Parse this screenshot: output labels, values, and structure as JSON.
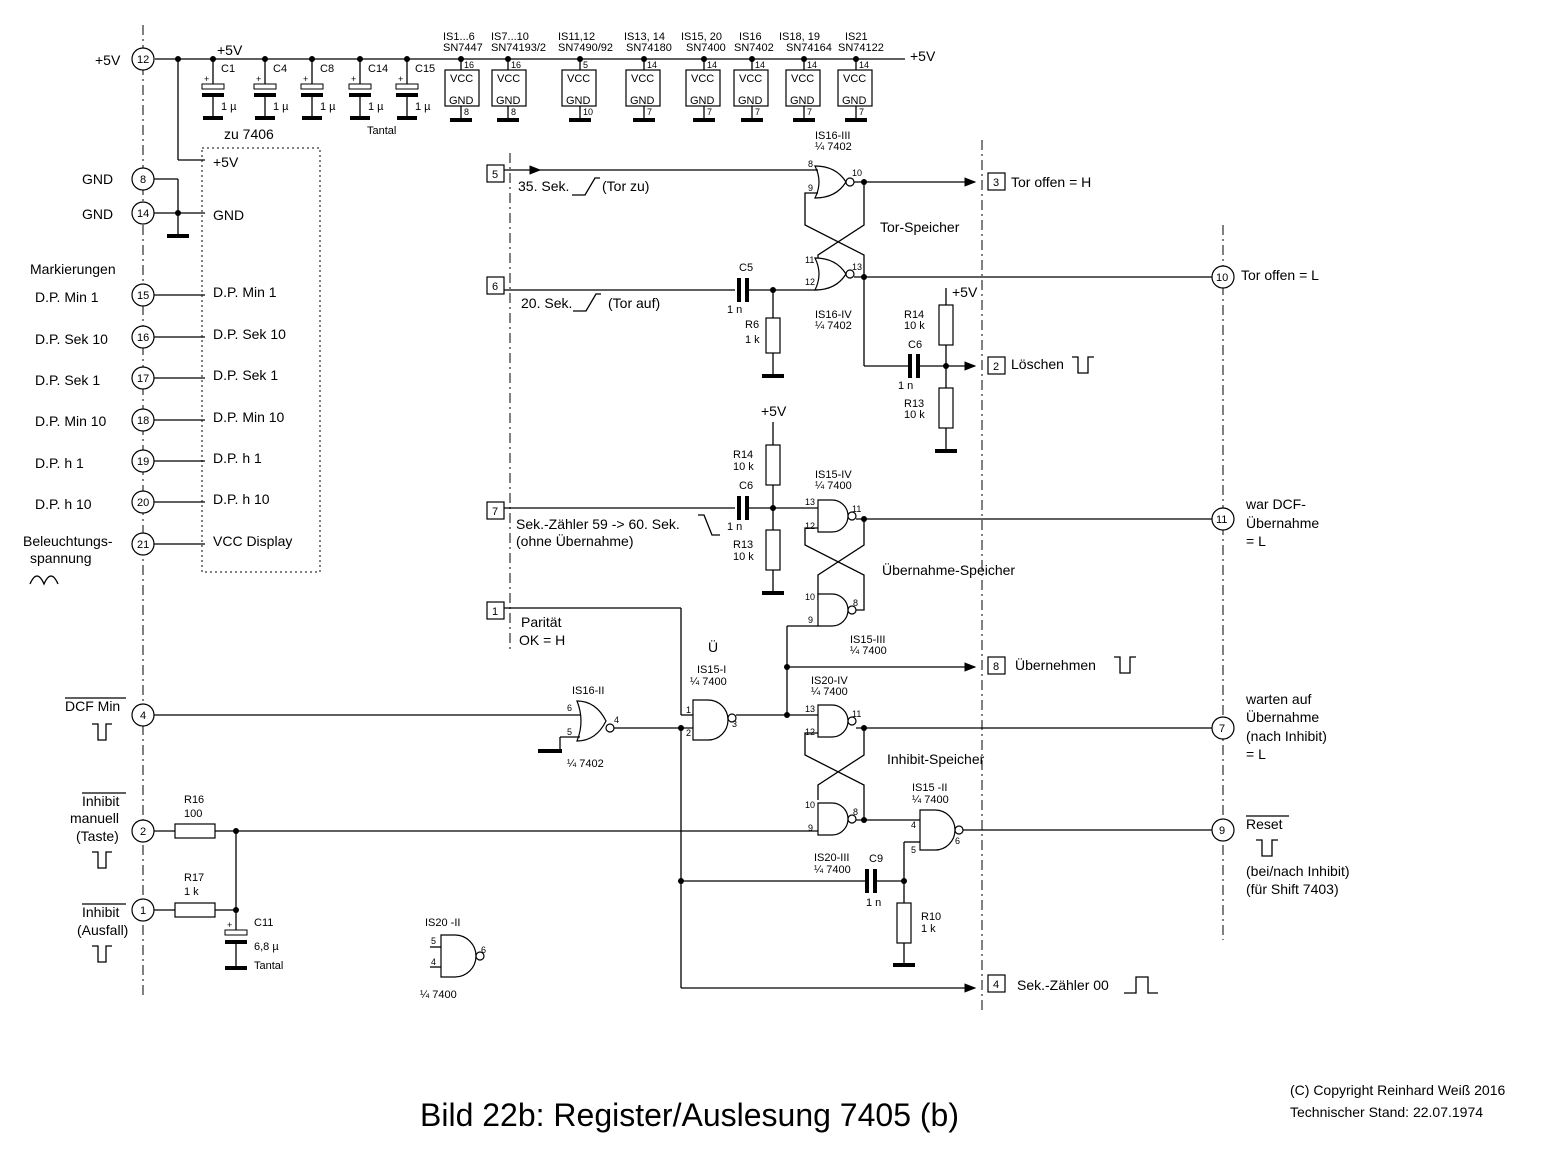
{
  "title": "Bild 22b: Register/Auslesung 7405 (b)",
  "copyright": [
    "(C) Copyright Reinhard Weiß 2016",
    "Technischer Stand: 22.07.1974"
  ],
  "supply": {
    "left_label": "+5V",
    "left_pin": "12",
    "bus_label": "+5V",
    "right_label": "+5V",
    "caps": [
      {
        "name": "C1",
        "value": "1 µ"
      },
      {
        "name": "C4",
        "value": "1 µ"
      },
      {
        "name": "C8",
        "value": "1 µ"
      },
      {
        "name": "C14",
        "value": "1 µ"
      },
      {
        "name": "C15",
        "value": "1 µ"
      }
    ],
    "tantal": "Tantal",
    "ics": [
      {
        "name": "IS1...6",
        "type": "SN7447",
        "vcc_pin": "16",
        "gnd_pin": "8"
      },
      {
        "name": "IS7...10",
        "type": "SN74193/2",
        "vcc_pin": "16",
        "gnd_pin": "8"
      },
      {
        "name": "IS11,12",
        "type": "SN7490/92",
        "vcc_pin": "5",
        "gnd_pin": "10"
      },
      {
        "name": "IS13, 14",
        "type": "SN74180",
        "vcc_pin": "14",
        "gnd_pin": "7"
      },
      {
        "name": "IS15, 20",
        "type": "SN7400",
        "vcc_pin": "14",
        "gnd_pin": "7"
      },
      {
        "name": "IS16",
        "type": "SN7402",
        "vcc_pin": "14",
        "gnd_pin": "7"
      },
      {
        "name": "IS18, 19",
        "type": "SN74164",
        "vcc_pin": "14",
        "gnd_pin": "7"
      },
      {
        "name": "IS21",
        "type": "SN74122",
        "vcc_pin": "14",
        "gnd_pin": "7"
      }
    ],
    "vcc": "VCC",
    "gnd": "GND"
  },
  "display_block": {
    "title": "zu 7406",
    "rows": [
      "+5V",
      "GND",
      "D.P. Min 1",
      "D.P. Sek 10",
      "D.P. Sek 1",
      "D.P. Min 10",
      "D.P. h 1",
      "D.P. h 10",
      "VCC Display"
    ]
  },
  "left_pins": [
    {
      "label": "GND",
      "pin": "8"
    },
    {
      "label": "GND",
      "pin": "14"
    },
    {
      "label": "D.P. Min 1",
      "pin": "15"
    },
    {
      "label": "D.P. Sek 10",
      "pin": "16"
    },
    {
      "label": "D.P. Sek 1",
      "pin": "17"
    },
    {
      "label": "D.P. Min 10",
      "pin": "18"
    },
    {
      "label": "D.P. h 1",
      "pin": "19"
    },
    {
      "label": "D.P. h 10",
      "pin": "20"
    },
    {
      "label": "Beleuchtungs-",
      "label2": "spannung",
      "pin": "21"
    },
    {
      "label": "DCF Min",
      "pin": "4"
    },
    {
      "label": "Inhibit",
      "label2": "manuell",
      "label3": "(Taste)",
      "pin": "2"
    },
    {
      "label": "Inhibit",
      "label2": "(Ausfall)",
      "pin": "1"
    }
  ],
  "markierungen": "Markierungen",
  "inputs": [
    {
      "box": "5",
      "label": "35. Sek.",
      "note": "(Tor zu)"
    },
    {
      "box": "6",
      "label": "20. Sek.",
      "note": "(Tor auf)"
    },
    {
      "box": "7",
      "label": "Sek.-Zähler 59 -> 60. Sek.",
      "note": "(ohne Übernahme)"
    },
    {
      "box": "1",
      "label": "Parität",
      "note": "OK = H"
    }
  ],
  "outputs_box": [
    {
      "box": "3",
      "label": "Tor offen = H"
    },
    {
      "box": "2",
      "label": "Löschen"
    },
    {
      "box": "8",
      "label": "Übernehmen"
    },
    {
      "box": "4",
      "label": "Sek.-Zähler 00"
    }
  ],
  "outputs_circle": [
    {
      "pin": "10",
      "label": "Tor offen = L"
    },
    {
      "pin": "11",
      "label": "war DCF-",
      "label2": "Übernahme",
      "label3": "= L"
    },
    {
      "pin": "7",
      "label": "warten auf",
      "label2": "Übernahme",
      "label3": "(nach Inhibit)",
      "label4": "= L"
    },
    {
      "pin": "9",
      "label": "Reset",
      "label2": "(bei/nach Inhibit)",
      "label3": "(für Shift 7403)"
    }
  ],
  "gates": {
    "is16_3": {
      "name": "IS16-III",
      "type": "¼ 7402"
    },
    "is16_4": {
      "name": "IS16-IV",
      "type": "¼ 7402"
    },
    "is15_4": {
      "name": "IS15-IV",
      "type": "¼ 7400"
    },
    "is15_3": {
      "name": "IS15-III",
      "type": "¼ 7400"
    },
    "is15_1": {
      "name": "IS15-I",
      "type": "¼ 7400",
      "mark": "Ü"
    },
    "is16_2": {
      "name": "IS16-II",
      "type": "¼ 7402"
    },
    "is20_4": {
      "name": "IS20-IV",
      "type": "¼ 7400"
    },
    "is20_3": {
      "name": "IS20-III",
      "type": "¼ 7400"
    },
    "is15_2": {
      "name": "IS15 -II",
      "type": "¼ 7400"
    },
    "is20_2": {
      "name": "IS20 -II",
      "type": "¼ 7400"
    }
  },
  "memories": [
    "Tor-Speicher",
    "Übernahme-Speicher",
    "Inhibit-Speicher"
  ],
  "parts": {
    "c5": {
      "name": "C5",
      "value": "1 n"
    },
    "r6": {
      "name": "R6",
      "value": "1 k"
    },
    "r14a": {
      "name": "R14",
      "value": "10 k"
    },
    "r13a": {
      "name": "R13",
      "value": "10 k"
    },
    "c6a": {
      "name": "C6",
      "value": "1 n"
    },
    "r14b": {
      "name": "R14",
      "value": "10 k"
    },
    "r13b": {
      "name": "R13",
      "value": "10 k"
    },
    "c6b": {
      "name": "C6",
      "value": "1 n"
    },
    "c9": {
      "name": "C9",
      "value": "1 n"
    },
    "r10": {
      "name": "R10",
      "value": "1 k"
    },
    "r16": {
      "name": "R16",
      "value": "100"
    },
    "r17": {
      "name": "R17",
      "value": "1 k"
    },
    "c11": {
      "name": "C11",
      "value": "6,8 µ",
      "note": "Tantal"
    },
    "plus5v": "+5V"
  }
}
